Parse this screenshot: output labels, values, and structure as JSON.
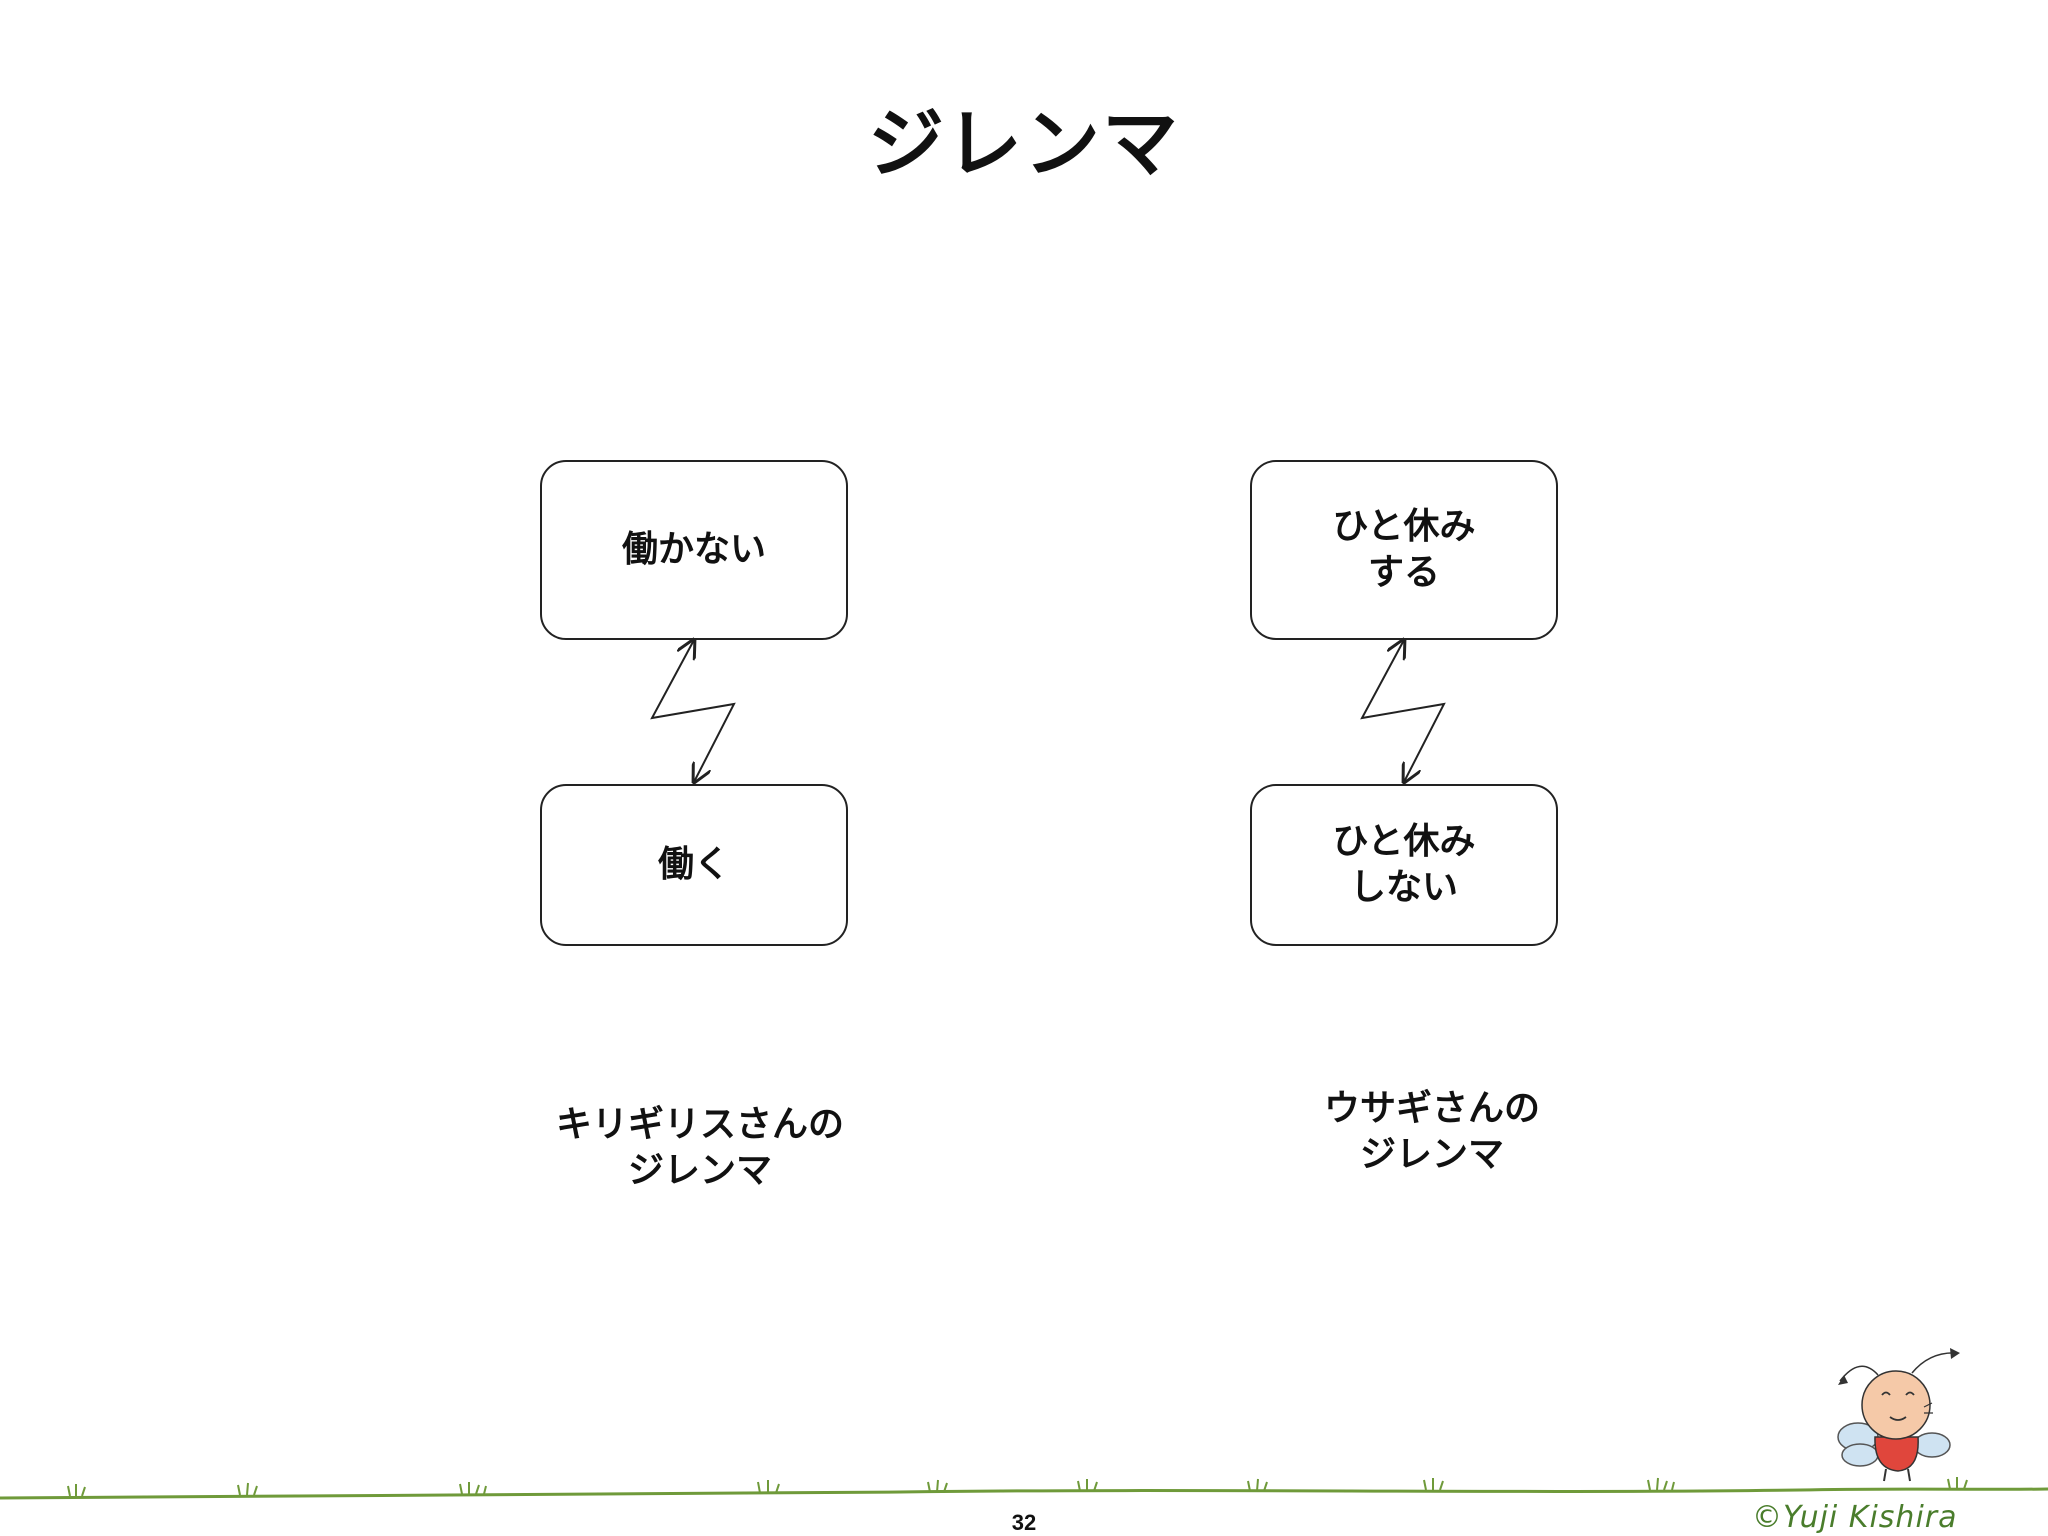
{
  "title": "ジレンマ",
  "left": {
    "top_box": "働かない",
    "bottom_box": "働く",
    "caption": "キリギリスさんの\nジレンマ"
  },
  "right": {
    "top_box": "ひと休み\nする",
    "bottom_box": "ひと休み\nしない",
    "caption": "ウサギさんの\nジレンマ"
  },
  "page_number": "32",
  "signature": "©Yuji Kishira",
  "colors": {
    "box_border": "#222222",
    "ground": "#6f9a3a",
    "signature": "#4a7d2c",
    "mascot_body": "#f5c9a8",
    "mascot_shirt": "#e0463c",
    "mascot_wing": "#cfe3f2"
  }
}
